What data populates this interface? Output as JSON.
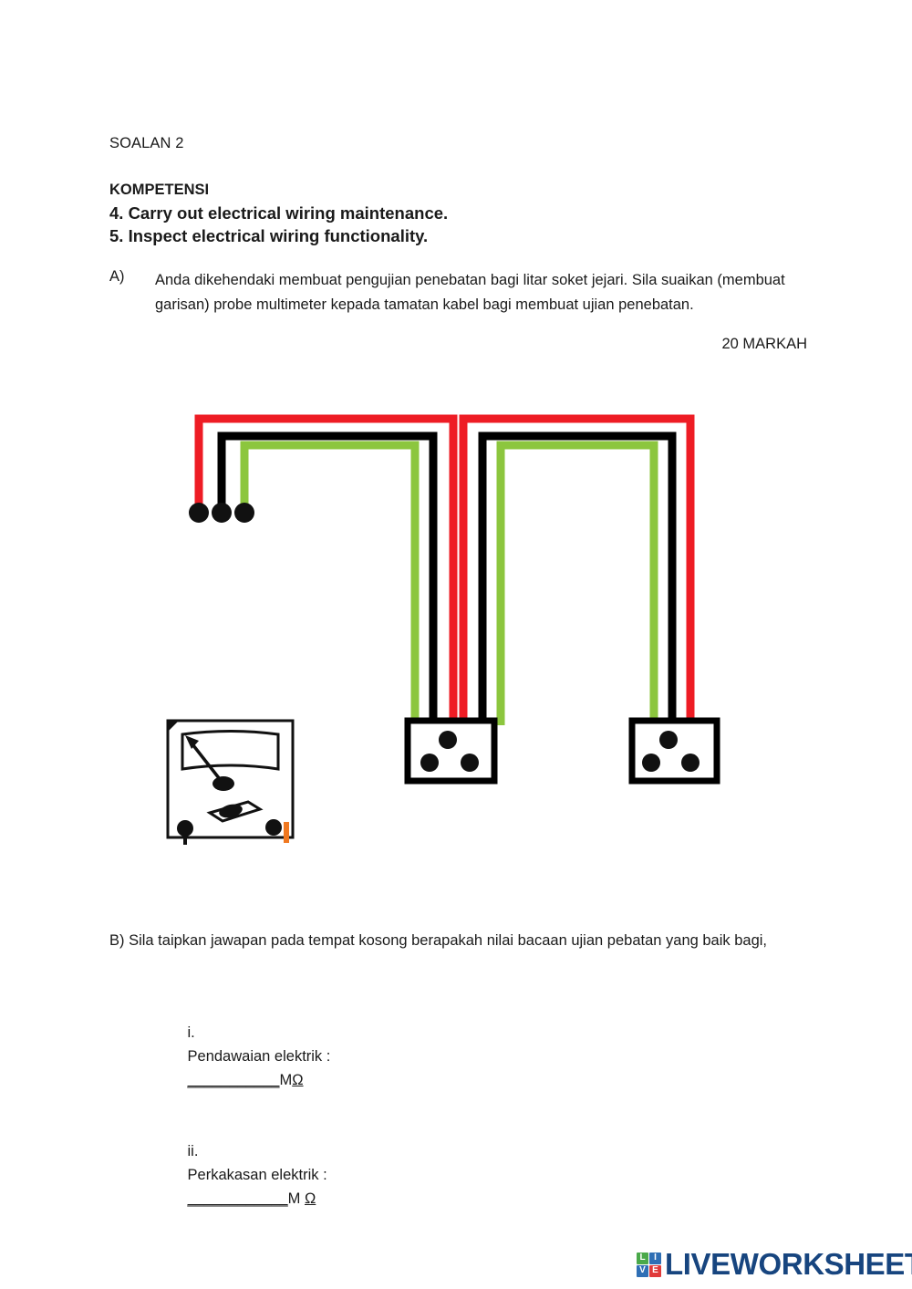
{
  "document": {
    "title": "SOALAN 2",
    "competency_heading": "KOMPETENSI",
    "competency_items": [
      "4. Carry out electrical wiring maintenance.",
      "5. Inspect electrical wiring functionality."
    ],
    "question_a": {
      "label": "A)",
      "text": "Anda dikehendaki membuat pengujian penebatan bagi litar soket jejari. Sila suaikan (membuat garisan) probe multimeter kepada tamatan kabel bagi membuat ujian penebatan.",
      "marks": "20 MARKAH"
    },
    "question_b": {
      "text": "B) Sila taipkan jawapan pada tempat kosong berapakah nilai bacaan ujian pebatan yang baik bagi,",
      "answers": [
        {
          "number": "i.",
          "label": "Pendawaian elektrik :",
          "blank": "___________",
          "unit": "M",
          "ohm": "Ω"
        },
        {
          "number": "ii.",
          "label": "Perkakasan elektrik :",
          "blank": "____________",
          "unit": "M ",
          "ohm": "Ω"
        }
      ]
    }
  },
  "diagram": {
    "name": "radial-socket-circuit-insulation-test-diagram",
    "wire_colors": {
      "live": "#ee1c24",
      "neutral": "#000000",
      "earth": "#8cc63e"
    },
    "cable_ends": {
      "count": 3,
      "labels": [
        "live-cable-end",
        "neutral-cable-end",
        "earth-cable-end"
      ]
    },
    "sockets": [
      {
        "name": "socket-outlet-left",
        "pins": 3
      },
      {
        "name": "socket-outlet-right",
        "pins": 3
      }
    ],
    "multimeter": {
      "name": "analogue-multimeter",
      "probe_terminals": 2,
      "needle": "pointer-needle",
      "dial": "rotary-selector-dial",
      "probe_marker_color": "#f07820"
    }
  },
  "footer": {
    "logo_word": "LIVEWORKSHEETS",
    "logo_tiles": [
      {
        "letter": "L",
        "color": "#4aa94a"
      },
      {
        "letter": "I",
        "color": "#2f6fb5"
      },
      {
        "letter": "V",
        "color": "#2f6fb5"
      },
      {
        "letter": "E",
        "color": "#e03a3a"
      }
    ],
    "brand_color": "#17457f"
  }
}
